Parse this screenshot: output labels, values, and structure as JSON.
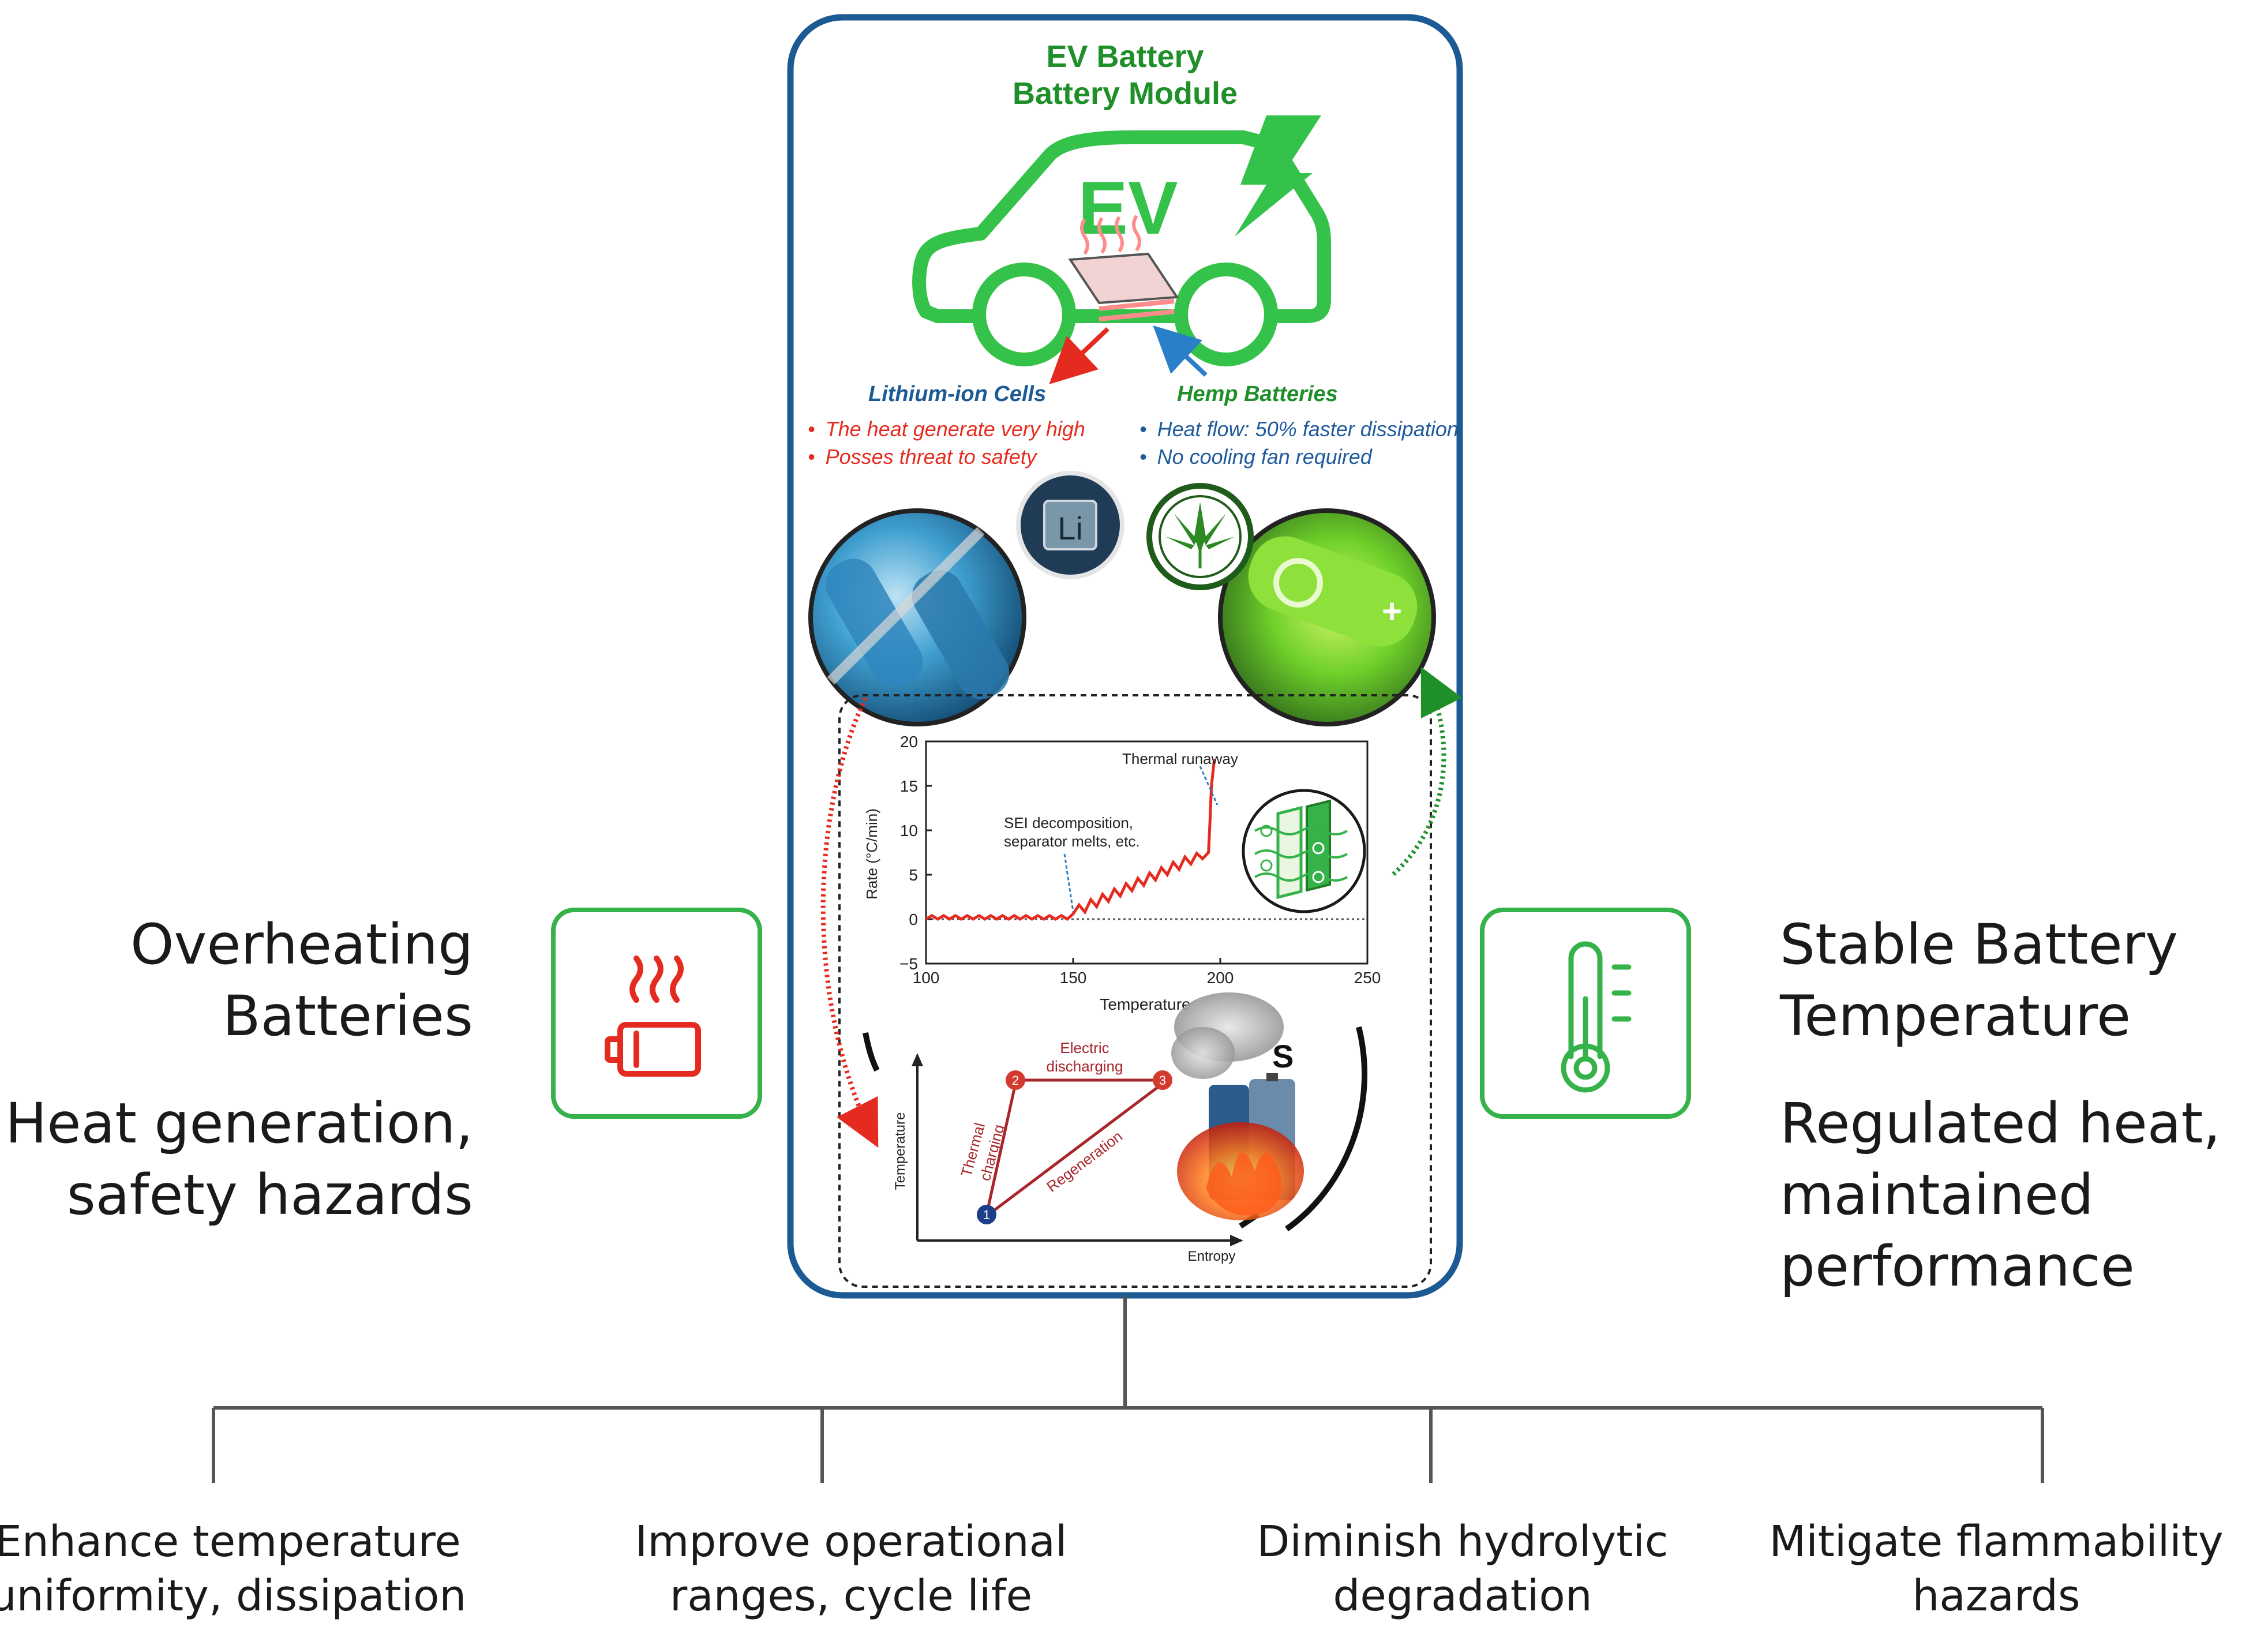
{
  "diagram": {
    "center_title_line1": "EV Battery",
    "center_title_line2": "Battery Module",
    "ev_logo_text": "EV",
    "lithium": {
      "title": "Lithium-ion Cells",
      "bullets": [
        "The heat generate very high",
        "Posses threat to safety"
      ],
      "chip_symbol": "Li",
      "color": "#e52b1f"
    },
    "hemp": {
      "title": "Hemp Batteries",
      "bullets": [
        "Heat flow: 50% faster dissipation",
        "No cooling fan required"
      ],
      "title_color": "#1f8f2a",
      "bullet_color": "#1f5a9c"
    },
    "left_panel": {
      "heading_line1": "Overheating",
      "heading_line2": "Batteries",
      "desc_line1": "Heat generation,",
      "desc_line2": "safety hazards"
    },
    "right_panel": {
      "heading_line1": "Stable Battery",
      "heading_line2": "Temperature",
      "desc_line1": "Regulated heat,",
      "desc_line2": "maintained",
      "desc_line3": "performance"
    },
    "bottom_items": [
      {
        "line1": "Enhance temperature",
        "line2": "uniformity, dissipation"
      },
      {
        "line1": "Improve operational",
        "line2": "ranges, cycle life"
      },
      {
        "line1": "Diminish hydrolytic",
        "line2": "degradation"
      },
      {
        "line1": "Mitigate flammability",
        "line2": "hazards"
      }
    ],
    "cycle_diagram": {
      "ylabel": "Temperature",
      "xlabel": "Entropy",
      "edge_top": "Electric",
      "edge_top2": "discharging",
      "edge_left": "Thermal",
      "edge_left2": "charging",
      "edge_diag": "Regeneration",
      "nodes": [
        "1",
        "2",
        "3"
      ],
      "s_label": "S"
    },
    "colors": {
      "accent_green": "#35b24a",
      "frame_blue": "#1b5a93",
      "red": "#e52b1f"
    }
  },
  "chart_data": {
    "type": "line",
    "title": "",
    "xlabel": "Temperature",
    "ylabel": "Rate (°C/min)",
    "xlim": [
      100,
      250
    ],
    "ylim": [
      -5,
      20
    ],
    "xticks": [
      "100",
      "150",
      "200",
      "250"
    ],
    "yticks": [
      "20",
      "15",
      "10",
      "5",
      "0",
      "−5"
    ],
    "annotations": [
      "Thermal runaway",
      "SEI decomposition,",
      "separator melts, etc."
    ],
    "series": [
      {
        "x": [
          100,
          102,
          104,
          106,
          108,
          110,
          112,
          114,
          116,
          118,
          120,
          122,
          124,
          126,
          128,
          130,
          132,
          134,
          136,
          138,
          140,
          142,
          144,
          146,
          148,
          150,
          152,
          154,
          156,
          158,
          160,
          162,
          164,
          166,
          168,
          170,
          172,
          174,
          176,
          178,
          180,
          182,
          184,
          186,
          188,
          190,
          192,
          194,
          196,
          196.5,
          197,
          198
        ],
        "y": [
          0,
          0.4,
          0,
          0.4,
          0,
          0.4,
          0,
          0.4,
          0,
          0.4,
          0,
          0.4,
          0,
          0.4,
          0,
          0.4,
          0,
          0.4,
          0,
          0.4,
          0,
          0.4,
          0,
          0.4,
          0,
          0.6,
          1.6,
          0.8,
          2.2,
          1.4,
          2.8,
          2.0,
          3.4,
          2.6,
          4.0,
          3.2,
          4.6,
          3.8,
          5.2,
          4.4,
          5.8,
          5.0,
          6.4,
          5.6,
          7.0,
          6.2,
          7.4,
          6.8,
          7.5,
          11,
          15,
          18
        ]
      }
    ],
    "grid": false
  }
}
